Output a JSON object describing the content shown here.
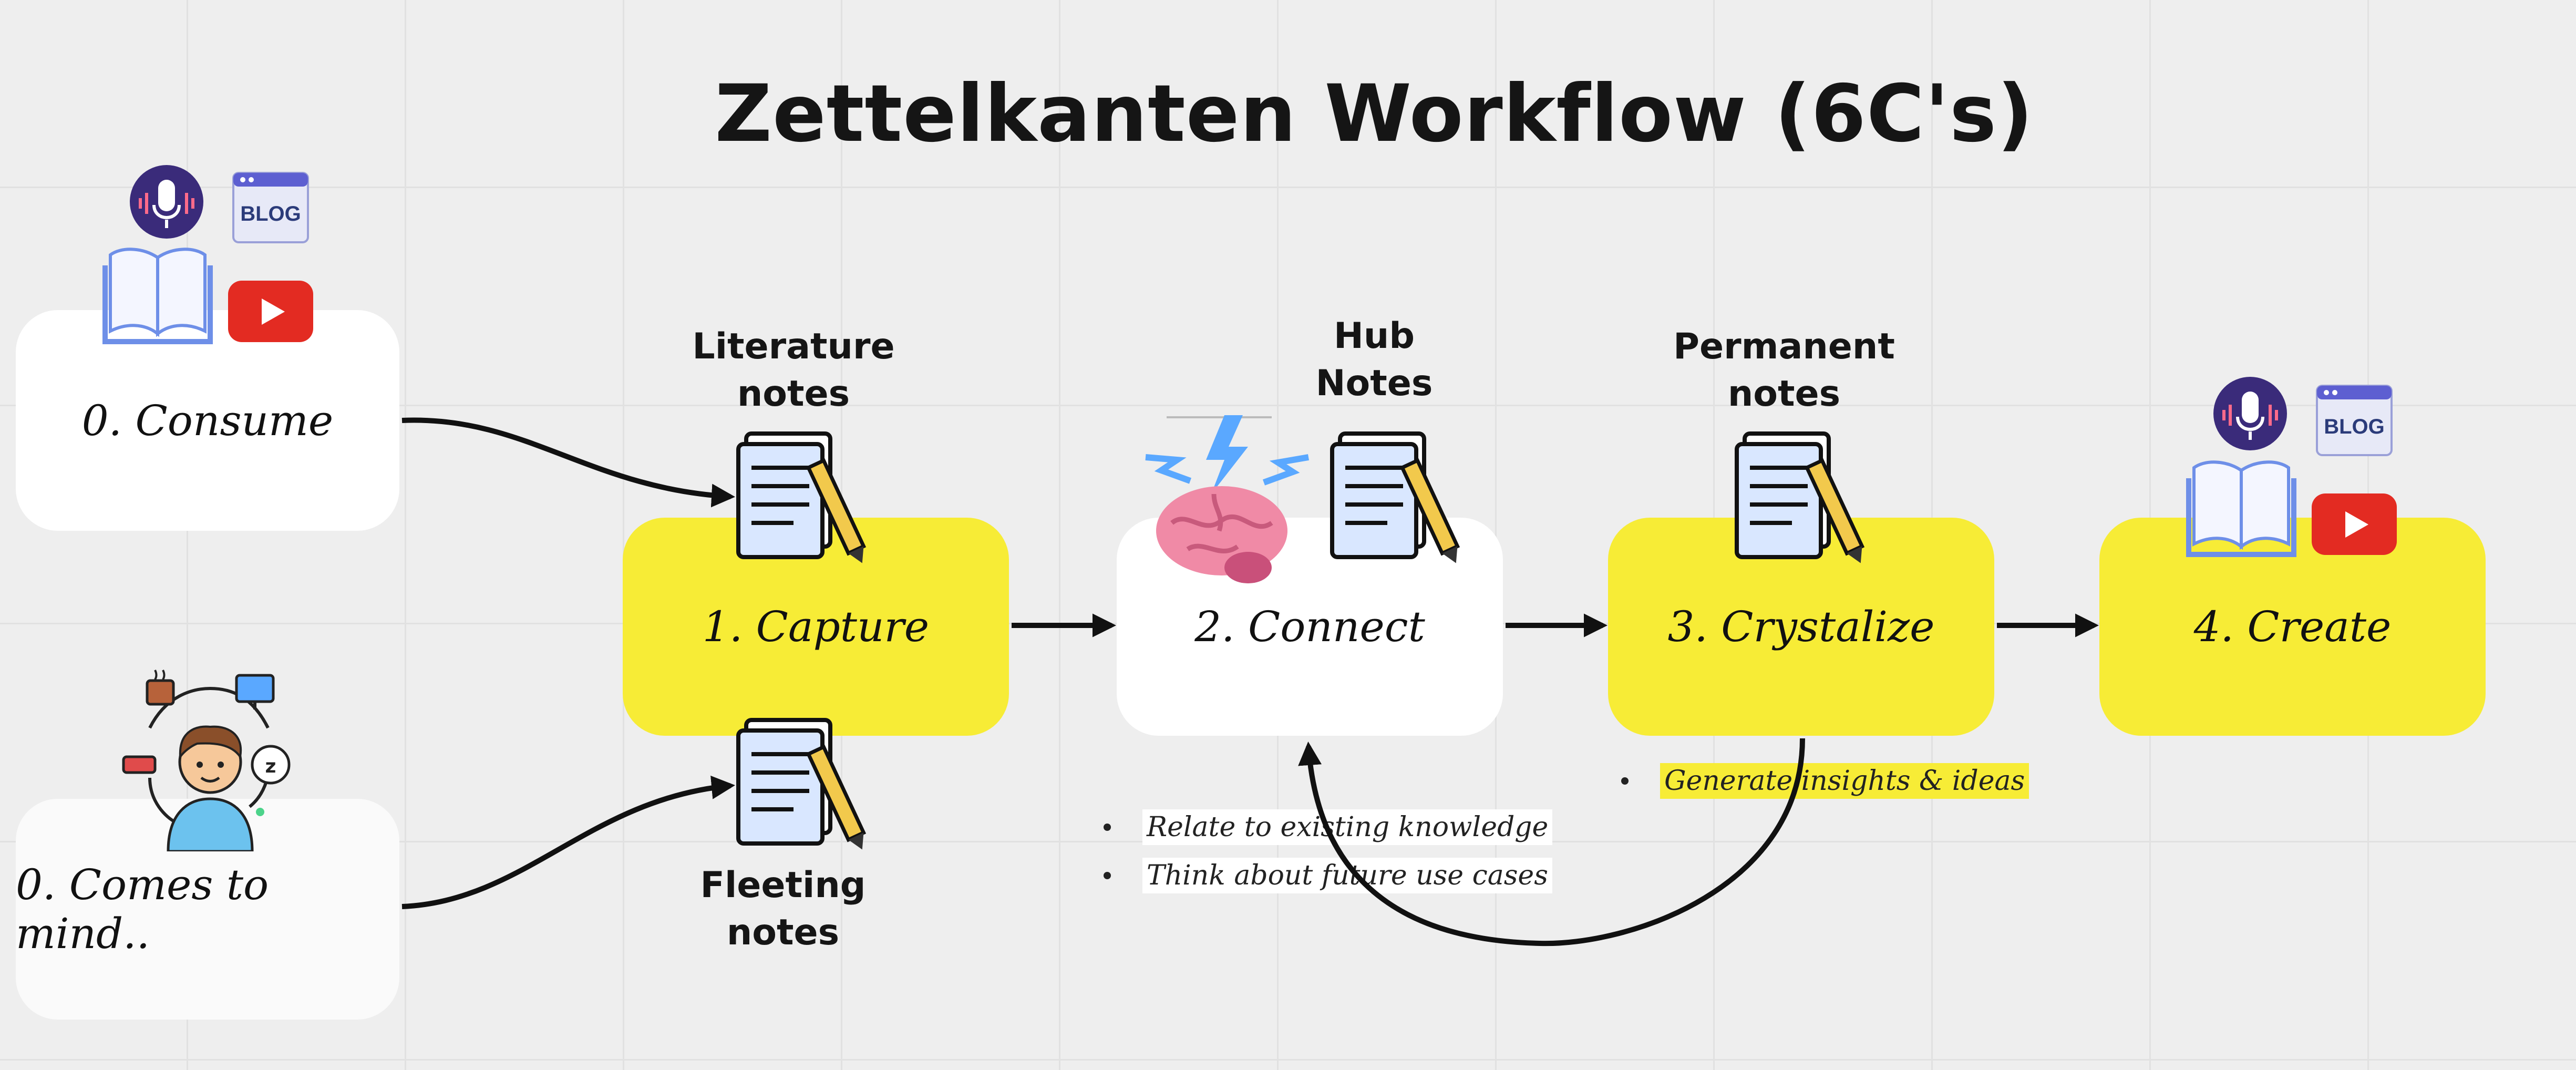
{
  "title": "Zettelkanten Workflow (6C's)",
  "nodes": {
    "consume": "0. Consume",
    "comes_to_mind": "0. Comes to mind..",
    "capture": "1. Capture",
    "connect": "2. Connect",
    "crystalize": "3. Crystalize",
    "create": "4. Create"
  },
  "labels": {
    "literature_notes": [
      "Literature",
      "notes"
    ],
    "fleeting_notes": [
      "Fleeting",
      "notes"
    ],
    "hub_notes": [
      "Hub",
      "Notes"
    ],
    "permanent_notes": [
      "Permanent",
      "notes"
    ]
  },
  "connect_bullets": [
    "Relate to existing knowledge",
    "Think about future use cases"
  ],
  "crystalize_bullets": [
    "Generate insights & ideas"
  ],
  "media_icons": {
    "blog_text": "BLOG"
  },
  "colors": {
    "yellow": "#f7ec36",
    "white": "#ffffff",
    "youtube": "#e32b22",
    "podcast": "#3a2b7a",
    "arrow": "#111111"
  }
}
